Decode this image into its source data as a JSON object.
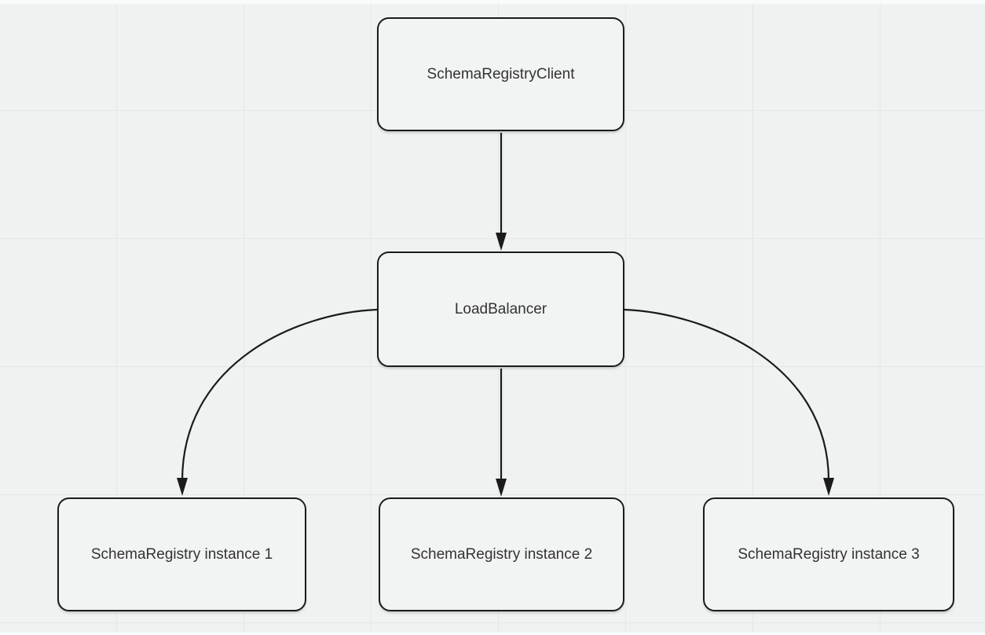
{
  "diagram": {
    "type": "flowchart-top-down",
    "nodes": [
      {
        "id": "client",
        "label": "SchemaRegistryClient"
      },
      {
        "id": "lb",
        "label": "LoadBalancer"
      },
      {
        "id": "i1",
        "label": "SchemaRegistry instance 1"
      },
      {
        "id": "i2",
        "label": "SchemaRegistry instance 2"
      },
      {
        "id": "i3",
        "label": "SchemaRegistry instance 3"
      }
    ],
    "edges": [
      {
        "from": "SchemaRegistryClient",
        "to": "LoadBalancer",
        "arrow": "down"
      },
      {
        "from": "LoadBalancer",
        "to": "SchemaRegistry instance 1",
        "arrow": "curved-left-down"
      },
      {
        "from": "LoadBalancer",
        "to": "SchemaRegistry instance 2",
        "arrow": "down"
      },
      {
        "from": "LoadBalancer",
        "to": "SchemaRegistry instance 3",
        "arrow": "curved-right-down"
      }
    ],
    "colors": {
      "canvas_bg": "#f0f1f1",
      "grid_line": "#e5e7e7",
      "node_fill": "#f2f3f3",
      "node_border": "#1b1b1b",
      "edge_stroke": "#1b1b1b",
      "text": "#333333"
    }
  }
}
